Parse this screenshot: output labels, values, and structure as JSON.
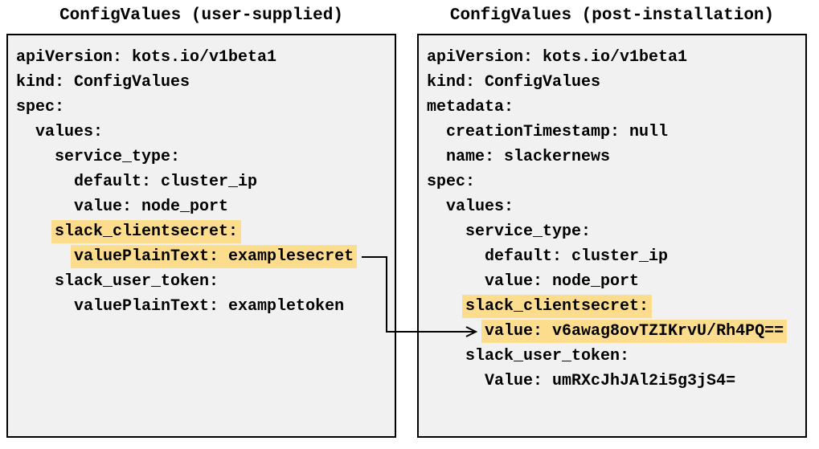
{
  "diagram": {
    "panels": [
      {
        "name": "user-supplied",
        "title": "ConfigValues (user-supplied)",
        "lines": [
          {
            "text": "apiVersion: kots.io/v1beta1",
            "highlight": false
          },
          {
            "text": "kind: ConfigValues",
            "highlight": false
          },
          {
            "text": "spec:",
            "highlight": false
          },
          {
            "text": "  values:",
            "highlight": false
          },
          {
            "text": "    service_type:",
            "highlight": false
          },
          {
            "text": "      default: cluster_ip",
            "highlight": false
          },
          {
            "text": "      value: node_port",
            "highlight": false
          },
          {
            "text": "    slack_clientsecret:",
            "highlight": true
          },
          {
            "text": "      valuePlainText: examplesecret",
            "highlight": true
          },
          {
            "text": "    slack_user_token:",
            "highlight": false
          },
          {
            "text": "      valuePlainText: exampletoken",
            "highlight": false
          }
        ]
      },
      {
        "name": "post-installation",
        "title": "ConfigValues (post-installation)",
        "lines": [
          {
            "text": "apiVersion: kots.io/v1beta1",
            "highlight": false
          },
          {
            "text": "kind: ConfigValues",
            "highlight": false
          },
          {
            "text": "metadata:",
            "highlight": false
          },
          {
            "text": "  creationTimestamp: null",
            "highlight": false
          },
          {
            "text": "  name: slackernews",
            "highlight": false
          },
          {
            "text": "spec:",
            "highlight": false
          },
          {
            "text": "  values:",
            "highlight": false
          },
          {
            "text": "    service_type:",
            "highlight": false
          },
          {
            "text": "      default: cluster_ip",
            "highlight": false
          },
          {
            "text": "      value: node_port",
            "highlight": false
          },
          {
            "text": "    slack_clientsecret:",
            "highlight": true
          },
          {
            "text": "      value: v6awag8ovTZIKrvU/Rh4PQ==",
            "highlight": true
          },
          {
            "text": "    slack_user_token:",
            "highlight": false
          },
          {
            "text": "      Value: umRXcJhJAl2i5g3jS4=",
            "highlight": false
          }
        ]
      }
    ],
    "arrow": {
      "from_panel": 0,
      "from_line": 8,
      "to_panel": 1,
      "to_line": 11,
      "color": "#000000"
    },
    "colors": {
      "page_background": "#ffffff",
      "panel_background": "#f1f1f1",
      "panel_border": "#000000",
      "highlight": "#fcdc8d",
      "text": "#000000"
    }
  }
}
